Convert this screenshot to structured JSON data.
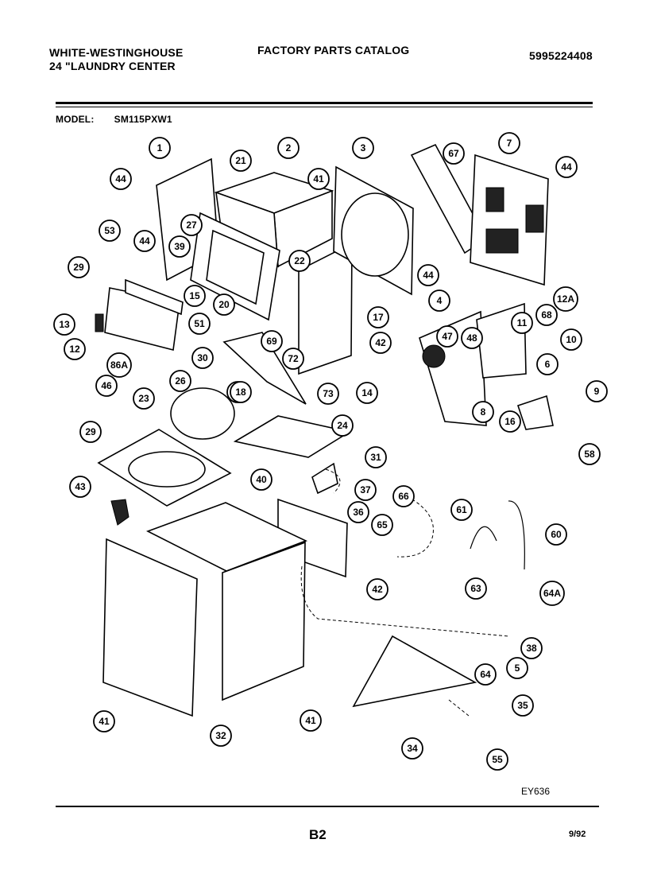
{
  "header": {
    "brand_line1": "WHITE-WESTINGHOUSE",
    "brand_line2": "24 \"LAUNDRY CENTER",
    "catalog_title": "FACTORY PARTS CATALOG",
    "doc_number": "5995224408"
  },
  "model": {
    "label": "MODEL:",
    "value": "SM115PXW1"
  },
  "footer": {
    "diagram_code": "EY636",
    "page": "B2",
    "date": "9/92"
  },
  "callouts": [
    "1",
    "2",
    "3",
    "4",
    "5",
    "6",
    "7",
    "8",
    "9",
    "10",
    "11",
    "12",
    "12A",
    "13",
    "14",
    "15",
    "16",
    "17",
    "18",
    "20",
    "21",
    "22",
    "23",
    "24",
    "26",
    "27",
    "29",
    "30",
    "31",
    "32",
    "34",
    "35",
    "36",
    "37",
    "38",
    "39",
    "40",
    "41",
    "42",
    "43",
    "44",
    "46",
    "47",
    "48",
    "51",
    "53",
    "55",
    "58",
    "60",
    "61",
    "63",
    "64",
    "64A",
    "65",
    "66",
    "67",
    "68",
    "69",
    "72",
    "73",
    "86A"
  ]
}
